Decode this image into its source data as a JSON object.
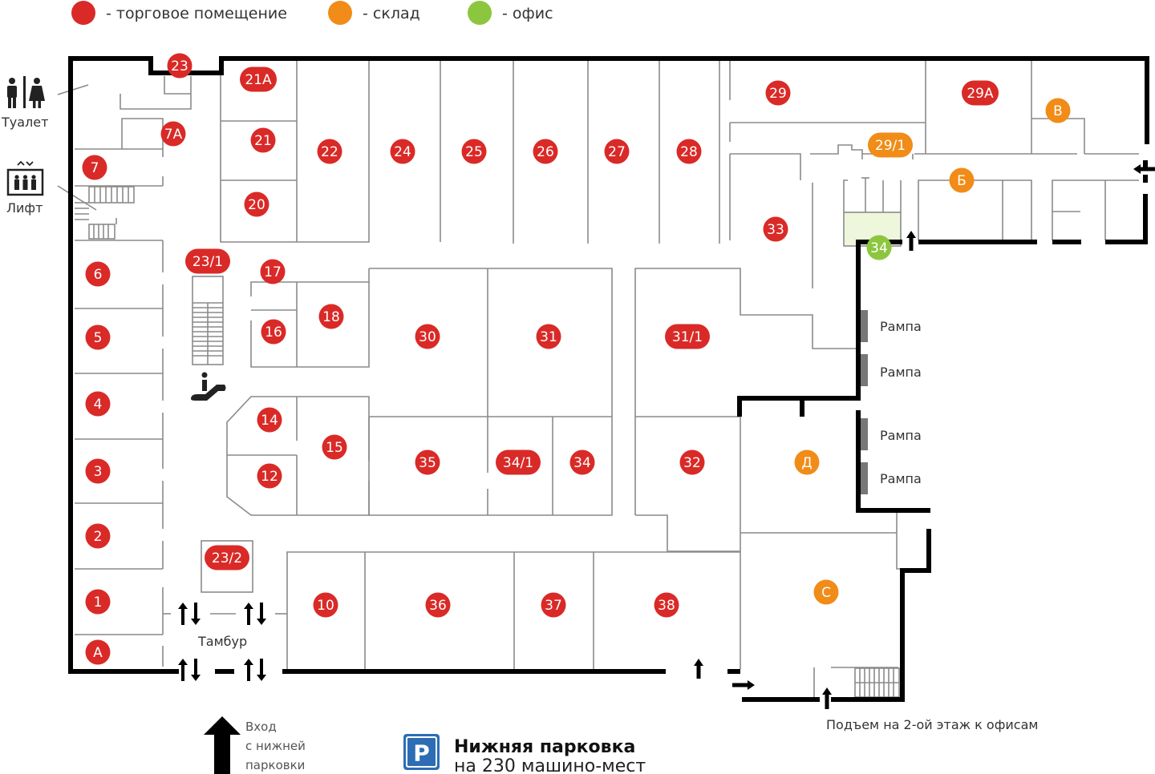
{
  "colors": {
    "retail": "#d92a27",
    "storage": "#f08c17",
    "office": "#8cc63e",
    "office_zone_fill": "#eef6dc",
    "parking_sign": "#2d6db5"
  },
  "legend": [
    {
      "key": "retail",
      "label": "- торговое помещение"
    },
    {
      "key": "storage",
      "label": "- склад"
    },
    {
      "key": "office",
      "label": "- офис"
    }
  ],
  "amenities": {
    "toilet": {
      "icon": "toilet-icon",
      "label": "Туалет"
    },
    "elevator": {
      "icon": "elevator-icon",
      "label": "Лифт"
    },
    "escalator": {
      "icon": "escalator-icon"
    }
  },
  "units": [
    {
      "id": "23",
      "type": "retail"
    },
    {
      "id": "21A",
      "type": "retail"
    },
    {
      "id": "7A",
      "type": "retail"
    },
    {
      "id": "21",
      "type": "retail"
    },
    {
      "id": "7",
      "type": "retail"
    },
    {
      "id": "20",
      "type": "retail"
    },
    {
      "id": "22",
      "type": "retail"
    },
    {
      "id": "24",
      "type": "retail"
    },
    {
      "id": "25",
      "type": "retail"
    },
    {
      "id": "26",
      "type": "retail"
    },
    {
      "id": "27",
      "type": "retail"
    },
    {
      "id": "28",
      "type": "retail"
    },
    {
      "id": "29",
      "type": "retail"
    },
    {
      "id": "29A",
      "type": "retail"
    },
    {
      "id": "В",
      "type": "storage"
    },
    {
      "id": "29/1",
      "type": "storage"
    },
    {
      "id": "Б",
      "type": "storage"
    },
    {
      "id": "33",
      "type": "retail"
    },
    {
      "id": "34",
      "type": "office"
    },
    {
      "id": "6",
      "type": "retail"
    },
    {
      "id": "23/1",
      "type": "retail"
    },
    {
      "id": "17",
      "type": "retail"
    },
    {
      "id": "16",
      "type": "retail"
    },
    {
      "id": "18",
      "type": "retail"
    },
    {
      "id": "30",
      "type": "retail"
    },
    {
      "id": "31",
      "type": "retail"
    },
    {
      "id": "31/1",
      "type": "retail"
    },
    {
      "id": "5",
      "type": "retail"
    },
    {
      "id": "4",
      "type": "retail"
    },
    {
      "id": "14",
      "type": "retail"
    },
    {
      "id": "15",
      "type": "retail"
    },
    {
      "id": "12",
      "type": "retail"
    },
    {
      "id": "35",
      "type": "retail"
    },
    {
      "id": "34/1",
      "type": "retail"
    },
    {
      "id": "34",
      "type": "retail"
    },
    {
      "id": "32",
      "type": "retail"
    },
    {
      "id": "Д",
      "type": "storage"
    },
    {
      "id": "3",
      "type": "retail"
    },
    {
      "id": "2",
      "type": "retail"
    },
    {
      "id": "23/2",
      "type": "retail"
    },
    {
      "id": "1",
      "type": "retail"
    },
    {
      "id": "10",
      "type": "retail"
    },
    {
      "id": "36",
      "type": "retail"
    },
    {
      "id": "37",
      "type": "retail"
    },
    {
      "id": "38",
      "type": "retail"
    },
    {
      "id": "С",
      "type": "storage"
    },
    {
      "id": "А",
      "type": "retail"
    }
  ],
  "labels": {
    "ramps": [
      "Рампа",
      "Рампа",
      "Рампа",
      "Рампа"
    ],
    "vestibule": "Тамбур",
    "entrance": [
      "Вход",
      "с нижней",
      "парковки"
    ],
    "stairs_up": "Подъем на 2-ой этаж к офисам"
  },
  "parking": {
    "sign": "P",
    "title": "Нижняя парковка",
    "subtitle": "на 230 машино-мест"
  }
}
